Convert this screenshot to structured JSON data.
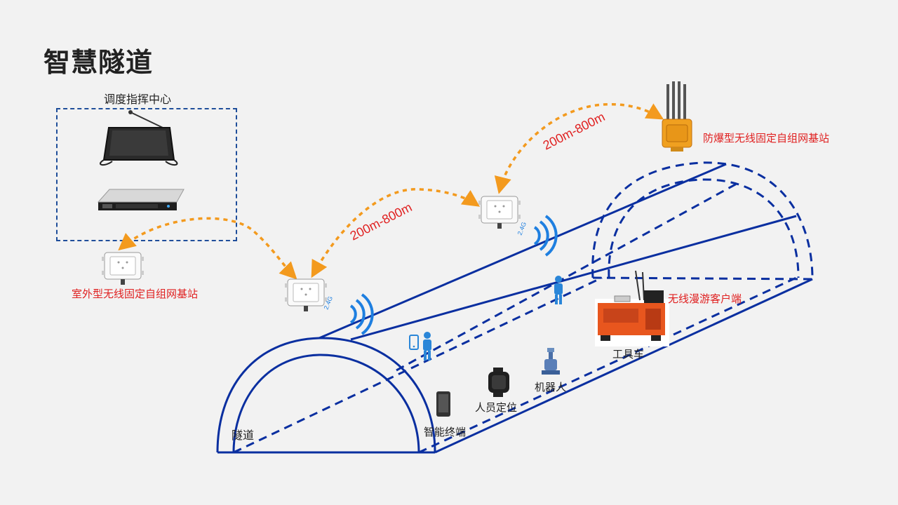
{
  "page": {
    "title": "智慧隧道"
  },
  "control_center": {
    "label": "调度指挥中心"
  },
  "stations": {
    "outdoor_label": "室外型无线固定自组网基站",
    "explosion_proof_label": "防爆型无线固定自组网基站",
    "band_label": "2.4G"
  },
  "links": {
    "distance_1": "200m-800m",
    "distance_2": "200m-800m"
  },
  "tunnel": {
    "label": "隧道"
  },
  "devices": {
    "smart_terminal": "智能终端",
    "personnel_positioning": "人员定位",
    "robot": "机器人",
    "tool_vehicle": "工具车",
    "roaming_client": "无线漫游客户端"
  },
  "colors": {
    "tunnel_line": "#0a2fa0",
    "link_arrow": "#f39a1e",
    "label_red": "#e02020",
    "wifi": "#1e7fe0"
  }
}
